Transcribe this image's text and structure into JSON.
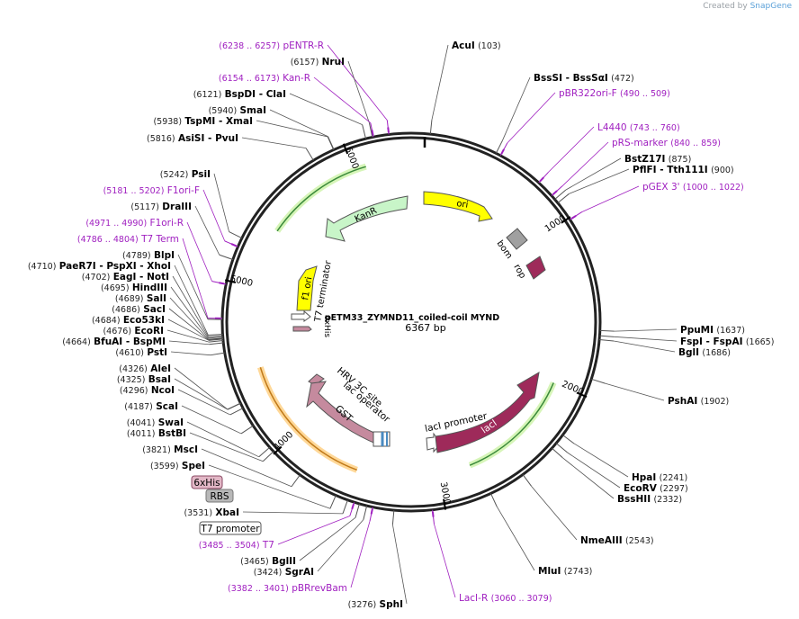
{
  "credit": {
    "prefix": "Created by",
    "brand": "SnapGene"
  },
  "plasmid": {
    "name": "pETM33_ZYMND11_coiled-coil MYND",
    "size": "6367 bp",
    "length": 6367
  },
  "ticks": [
    "1000",
    "2000",
    "3000",
    "4000",
    "5000",
    "6000"
  ],
  "features": [
    {
      "name": "ori",
      "color": "#ffff00"
    },
    {
      "name": "rop",
      "color": "#9e2a5a"
    },
    {
      "name": "bom",
      "color": "#a0a0a0"
    },
    {
      "name": "lacI",
      "color": "#9e2a5a"
    },
    {
      "name": "lacI promoter",
      "color": "#ffffff"
    },
    {
      "name": "GST",
      "color": "#c58a9e"
    },
    {
      "name": "lac operator",
      "color": "#ffffff"
    },
    {
      "name": "HRV 3C site",
      "color": "#c58a9e"
    },
    {
      "name": "6xHis",
      "color": "#c58a9e"
    },
    {
      "name": "T7 terminator",
      "color": "#ffffff"
    },
    {
      "name": "f1 ori",
      "color": "#ffff00"
    },
    {
      "name": "KanR",
      "color": "#c8f5c8"
    }
  ],
  "box_labels": [
    {
      "text": "6xHis",
      "style": "pink"
    },
    {
      "text": "RBS",
      "style": "gray"
    },
    {
      "text": "T7 promoter",
      "style": "white"
    }
  ],
  "labels": [
    {
      "kind": "primer",
      "name": "pENTR-R",
      "pos": "(6238 .. 6257)"
    },
    {
      "kind": "enzyme",
      "name": "NruI",
      "pos": "(6157)"
    },
    {
      "kind": "primer",
      "name": "Kan-R",
      "pos": "(6154 .. 6173)"
    },
    {
      "kind": "enzyme",
      "name": "BspDI  - ClaI",
      "pos": "(6121)"
    },
    {
      "kind": "enzyme",
      "name": "SmaI",
      "pos": "(5940)"
    },
    {
      "kind": "enzyme",
      "name": "TspMI  - XmaI",
      "pos": "(5938)"
    },
    {
      "kind": "enzyme",
      "name": "AsiSI  - PvuI",
      "pos": "(5816)"
    },
    {
      "kind": "enzyme",
      "name": "PsiI",
      "pos": "(5242)"
    },
    {
      "kind": "primer",
      "name": "F1ori-F",
      "pos": "(5181 .. 5202)"
    },
    {
      "kind": "enzyme",
      "name": "DraIII",
      "pos": "(5117)"
    },
    {
      "kind": "primer",
      "name": "F1ori-R",
      "pos": "(4971 .. 4990)"
    },
    {
      "kind": "primer",
      "name": "T7 Term",
      "pos": "(4786 .. 4804)"
    },
    {
      "kind": "enzyme",
      "name": "BlpI",
      "pos": "(4789)"
    },
    {
      "kind": "enzyme",
      "name": "PaeR7I  - PspXI  - XhoI",
      "pos": "(4710)"
    },
    {
      "kind": "enzyme",
      "name": "EagI  - NotI",
      "pos": "(4702)"
    },
    {
      "kind": "enzyme",
      "name": "HindIII",
      "pos": "(4695)"
    },
    {
      "kind": "enzyme",
      "name": "SalI",
      "pos": "(4689)"
    },
    {
      "kind": "enzyme",
      "name": "SacI",
      "pos": "(4686)"
    },
    {
      "kind": "enzyme",
      "name": "Eco53kI",
      "pos": "(4684)"
    },
    {
      "kind": "enzyme",
      "name": "EcoRI",
      "pos": "(4676)"
    },
    {
      "kind": "enzyme",
      "name": "BfuAI  - BspMI",
      "pos": "(4664)"
    },
    {
      "kind": "enzyme",
      "name": "PstI",
      "pos": "(4610)"
    },
    {
      "kind": "enzyme",
      "name": "AleI",
      "pos": "(4326)"
    },
    {
      "kind": "enzyme",
      "name": "BsaI",
      "pos": "(4325)"
    },
    {
      "kind": "enzyme",
      "name": "NcoI",
      "pos": "(4296)"
    },
    {
      "kind": "enzyme",
      "name": "ScaI",
      "pos": "(4187)"
    },
    {
      "kind": "enzyme",
      "name": "SwaI",
      "pos": "(4041)"
    },
    {
      "kind": "enzyme",
      "name": "BstBI",
      "pos": "(4011)"
    },
    {
      "kind": "enzyme",
      "name": "MscI",
      "pos": "(3821)"
    },
    {
      "kind": "enzyme",
      "name": "SpeI",
      "pos": "(3599)"
    },
    {
      "kind": "enzyme",
      "name": "XbaI",
      "pos": "(3531)"
    },
    {
      "kind": "primer",
      "name": "T7",
      "pos": "(3485 .. 3504)"
    },
    {
      "kind": "enzyme",
      "name": "BglII",
      "pos": "(3465)"
    },
    {
      "kind": "enzyme",
      "name": "SgrAI",
      "pos": "(3424)"
    },
    {
      "kind": "primer",
      "name": "pBRrevBam",
      "pos": "(3382 .. 3401)"
    },
    {
      "kind": "enzyme",
      "name": "SphI",
      "pos": "(3276)"
    },
    {
      "kind": "enzyme",
      "name": "AcuI",
      "pos": "(103)"
    },
    {
      "kind": "enzyme",
      "name": "BssSI  - BssSαI",
      "pos": "(472)"
    },
    {
      "kind": "primer",
      "name": "pBR322ori-F",
      "pos": "(490 .. 509)"
    },
    {
      "kind": "primer",
      "name": "L4440",
      "pos": "(743 .. 760)"
    },
    {
      "kind": "primer",
      "name": "pRS-marker",
      "pos": "(840 .. 859)"
    },
    {
      "kind": "enzyme",
      "name": "BstZ17I",
      "pos": "(875)"
    },
    {
      "kind": "enzyme",
      "name": "PflFI  - Tth111I",
      "pos": "(900)"
    },
    {
      "kind": "primer",
      "name": "pGEX 3'",
      "pos": "(1000 .. 1022)"
    },
    {
      "kind": "enzyme",
      "name": "PpuMI",
      "pos": "(1637)"
    },
    {
      "kind": "enzyme",
      "name": "FspI  - FspAI",
      "pos": "(1665)"
    },
    {
      "kind": "enzyme",
      "name": "BglI",
      "pos": "(1686)"
    },
    {
      "kind": "enzyme",
      "name": "PshAI",
      "pos": "(1902)"
    },
    {
      "kind": "enzyme",
      "name": "HpaI",
      "pos": "(2241)"
    },
    {
      "kind": "enzyme",
      "name": "EcoRV",
      "pos": "(2297)"
    },
    {
      "kind": "enzyme",
      "name": "BssHII",
      "pos": "(2332)"
    },
    {
      "kind": "enzyme",
      "name": "NmeAIII",
      "pos": "(2543)"
    },
    {
      "kind": "enzyme",
      "name": "MluI",
      "pos": "(2743)"
    },
    {
      "kind": "primer",
      "name": "LacI-R",
      "pos": "(3060 .. 3079)"
    }
  ]
}
